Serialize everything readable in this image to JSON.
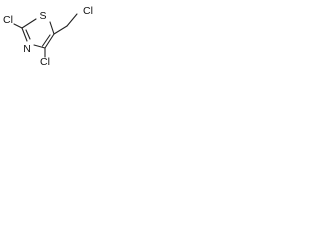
{
  "molecule": {
    "atoms": {
      "cl_left": "Cl",
      "s": "S",
      "cl_right": "Cl",
      "n": "N",
      "cl_bottom": "Cl"
    }
  }
}
